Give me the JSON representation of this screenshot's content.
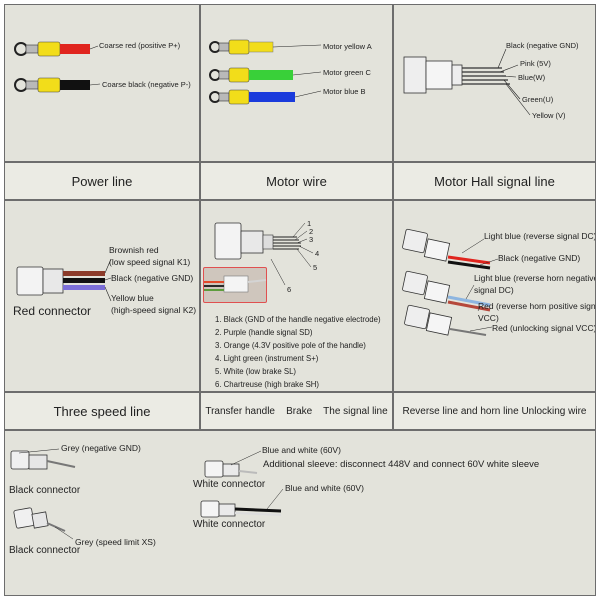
{
  "colors": {
    "panel_bg": "#e3e3db",
    "red": "#e0251e",
    "black": "#111111",
    "yellow": "#f2dd1a",
    "green": "#39d039",
    "blue": "#1a3bdc",
    "gray_metal": "#9a9a9a"
  },
  "power": {
    "caption": "Power line",
    "labels": [
      "Coarse red (positive P+)",
      "Coarse black (negative P-)"
    ]
  },
  "motor": {
    "caption": "Motor wire",
    "labels": [
      "Motor yellow A",
      "Motor green C",
      "Motor blue B"
    ]
  },
  "hall": {
    "caption": "Motor Hall signal line",
    "labels": [
      "Black (negative GND)",
      "Pink (5V)",
      "Blue(W)",
      "Green(U)",
      "Yellow (V)"
    ]
  },
  "red_connector": {
    "title": "Red connector",
    "labels": [
      "Brownish red",
      "(low speed signal K1)",
      "Black (negative GND)",
      "Yellow blue",
      "(high-speed signal K2)"
    ],
    "caption": "Three speed line"
  },
  "handle": {
    "numbers": [
      "1",
      "2",
      "3",
      "4",
      "5",
      "6"
    ],
    "list": [
      "1. Black (GND of the handle negative electrode)",
      "2. Purple (handle signal SD)",
      "3. Orange (4.3V positive pole of the handle)",
      "4. Light green (instrument S+)",
      "5. White (low brake SL)",
      "6. Chartreuse (high brake SH)"
    ],
    "caption": "Transfer handle    Brake    The signal line"
  },
  "reverse": {
    "labels": [
      "Light blue (reverse signal DC)",
      "Black (negative GND)",
      "Light blue (reverse horn negative",
      "signal DC)",
      "Red (reverse horn positive signal",
      "VCC)",
      "Red (unlocking signal VCC)"
    ],
    "caption": "Reverse line and horn line  Unlocking wire"
  },
  "bottom": {
    "grey_gnd": "Grey (negative GND)",
    "black_connector_1": "Black connector",
    "black_connector_2": "Black connector",
    "grey_xs": "Grey (speed limit XS)",
    "blue_white_1": "Blue and white (60V)",
    "white_connector_1": "White connector",
    "sleeve_note": "Additional sleeve: disconnect 448V and connect 60V white sleeve",
    "blue_white_2": "Blue and white (60V)",
    "white_connector_2": "White connector"
  }
}
